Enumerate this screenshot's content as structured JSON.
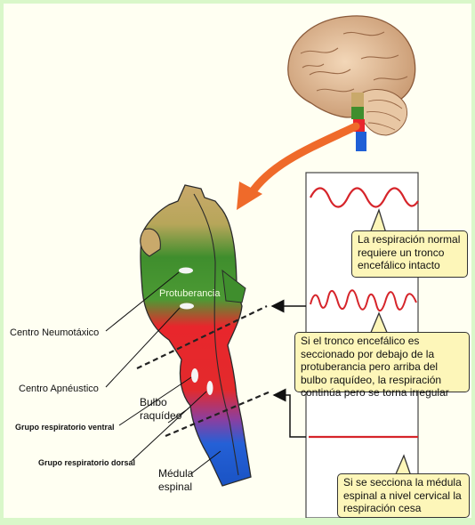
{
  "labels": {
    "protuberancia": "Protuberancia",
    "centro_neumotaxico": "Centro Neumotáxico",
    "centro_apneustico": "Centro Apnéustico",
    "grupo_ventral": "Grupo respiratorio ventral",
    "grupo_dorsal": "Grupo respiratorio dorsal",
    "bulbo_line1": "Bulbo",
    "bulbo_line2": "raquídeo",
    "medula_line1": "Médula",
    "medula_line2": "espinal"
  },
  "callouts": {
    "normal": "La respiración normal requiere un tronco encefálico intacto",
    "protuberancia": "Si el tronco encefálico es seccionado por debajo de la protuberancia pero arriba del bulbo raquídeo, la respiración continúa pero se torna irregular",
    "cervical": "Si se secciona la médula espinal a nivel cervical la respiración cesa"
  },
  "colors": {
    "outer_background": "#d9f7c9",
    "panel_background": "#fffff2",
    "callout_background": "#fdf6b9",
    "wave": "#d6242a",
    "arrow": "#ef6a2a",
    "protuberancia": "#3f8e2d",
    "bulbo": "#e8262c",
    "medula": "#1f5fd6",
    "mesencefalo": "#c9a96b"
  }
}
